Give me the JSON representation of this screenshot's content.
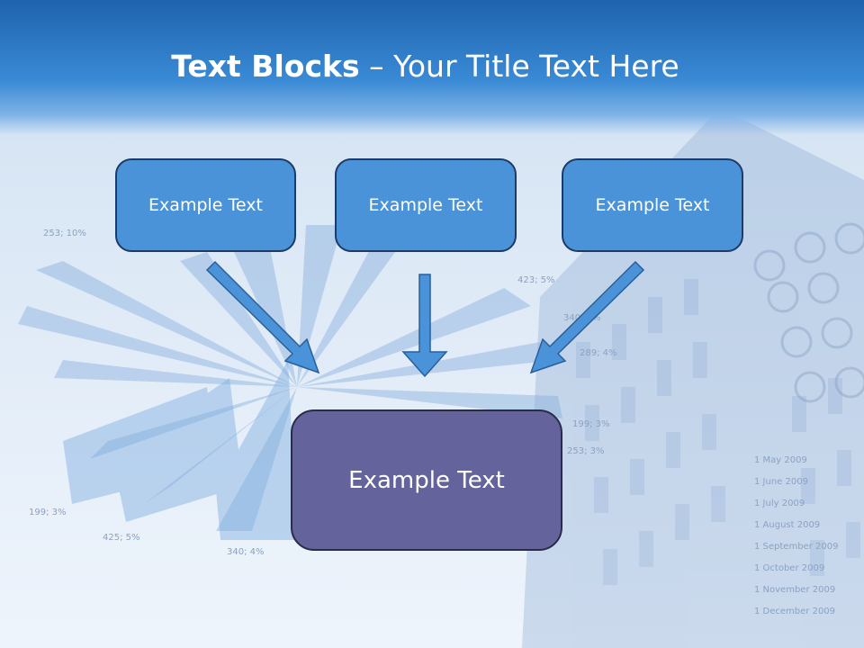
{
  "slide": {
    "title_bold": "Text Blocks",
    "title_dash": "–",
    "title_rest": "Your Title Text Here"
  },
  "boxes": {
    "top_left": "Example Text",
    "top_center": "Example Text",
    "top_right": "Example Text",
    "bottom": "Example Text"
  },
  "background_labels": [
    "253; 10%",
    "423; 5%",
    "340; 3%",
    "289; 4%",
    "199; 3%",
    "253; 3%",
    "199; 3%",
    "425; 5%",
    "340; 4%",
    "1 May 2009",
    "1 June 2009",
    "1 July 2009",
    "1 August 2009",
    "1 September 2009",
    "1 October 2009",
    "1 November 2009",
    "1 December 2009"
  ],
  "colors": {
    "header": "#2b76c4",
    "small_box": "#4a93d8",
    "big_box": "#65639b",
    "arrow": "#4a93d8"
  }
}
